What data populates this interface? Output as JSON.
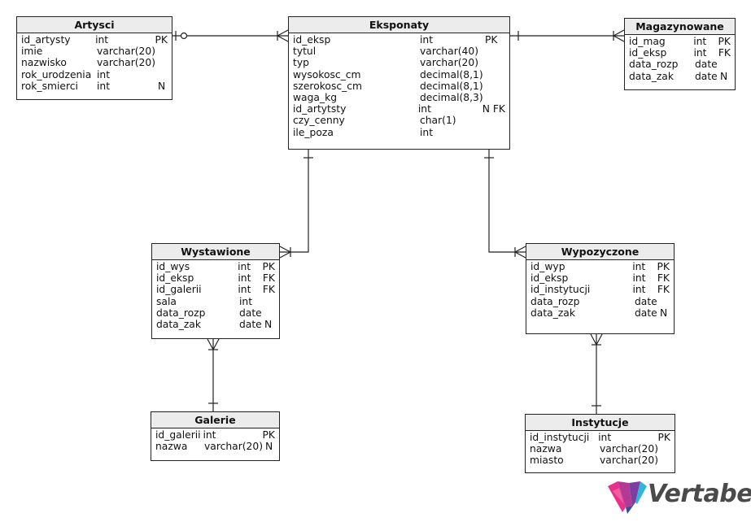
{
  "diagram": {
    "entities": [
      {
        "key": "artysci",
        "name": "Artysci",
        "rows": [
          [
            "id_artysty",
            "int",
            "PK"
          ],
          [
            "imie",
            "varchar(20)",
            ""
          ],
          [
            "nazwisko",
            "varchar(20)",
            ""
          ],
          [
            "rok_urodzenia",
            "int",
            ""
          ],
          [
            "rok_smierci",
            "int",
            "N"
          ]
        ]
      },
      {
        "key": "eksponaty",
        "name": "Eksponaty",
        "rows": [
          [
            "id_eksp",
            "int",
            "PK"
          ],
          [
            "tytul",
            "varchar(40)",
            ""
          ],
          [
            "typ",
            "varchar(20)",
            ""
          ],
          [
            "wysokosc_cm",
            "decimal(8,1)",
            ""
          ],
          [
            "szerokosc_cm",
            "decimal(8,1)",
            ""
          ],
          [
            "waga_kg",
            "decimal(8,3)",
            ""
          ],
          [
            "id_artytsty",
            "int",
            "N FK"
          ],
          [
            "czy_cenny",
            "char(1)",
            ""
          ],
          [
            "ile_poza",
            "int",
            ""
          ]
        ]
      },
      {
        "key": "magazynowane",
        "name": "Magazynowane",
        "rows": [
          [
            "id_mag",
            "int",
            "PK"
          ],
          [
            "id_eksp",
            "int",
            "FK"
          ],
          [
            "data_rozp",
            "date",
            ""
          ],
          [
            "data_zak",
            "date",
            "N"
          ]
        ]
      },
      {
        "key": "wystawione",
        "name": "Wystawione",
        "rows": [
          [
            "id_wys",
            "int",
            "PK"
          ],
          [
            "id_eksp",
            "int",
            "FK"
          ],
          [
            "id_galerii",
            "int",
            "FK"
          ],
          [
            "sala",
            "int",
            ""
          ],
          [
            "data_rozp",
            "date",
            ""
          ],
          [
            "data_zak",
            "date",
            "N"
          ]
        ]
      },
      {
        "key": "wypozyczone",
        "name": "Wypozyczone",
        "rows": [
          [
            "id_wyp",
            "int",
            "PK"
          ],
          [
            "id_eksp",
            "int",
            "FK"
          ],
          [
            "id_instytucji",
            "int",
            "FK"
          ],
          [
            "data_rozp",
            "date",
            ""
          ],
          [
            "data_zak",
            "date",
            "N"
          ]
        ]
      },
      {
        "key": "galerie",
        "name": "Galerie",
        "rows": [
          [
            "id_galerii",
            "int",
            "PK"
          ],
          [
            "nazwa",
            "varchar(20)",
            "N"
          ]
        ]
      },
      {
        "key": "instytucje",
        "name": "Instytucje",
        "rows": [
          [
            "id_instytucji",
            "int",
            "PK"
          ],
          [
            "nazwa",
            "varchar(20)",
            ""
          ],
          [
            "miasto",
            "varchar(20)",
            ""
          ]
        ]
      }
    ],
    "relationships": [
      {
        "from": "artysci",
        "to": "eksponaty",
        "from_end": "zero-or-one",
        "to_end": "many"
      },
      {
        "from": "eksponaty",
        "to": "magazynowane",
        "from_end": "one",
        "to_end": "many"
      },
      {
        "from": "eksponaty",
        "to": "wystawione",
        "from_end": "one",
        "to_end": "many"
      },
      {
        "from": "eksponaty",
        "to": "wypozyczone",
        "from_end": "one",
        "to_end": "many"
      },
      {
        "from": "galerie",
        "to": "wystawione",
        "from_end": "one",
        "to_end": "many"
      },
      {
        "from": "instytucje",
        "to": "wypozyczone",
        "from_end": "one",
        "to_end": "many"
      }
    ]
  },
  "brand": {
    "name": "Vertabelo",
    "colors": [
      "#e8318a",
      "#7b3fa0",
      "#2fb6d9",
      "#3b4c9c"
    ]
  },
  "colors": {
    "line": "#222222",
    "header_bg": "#ececec"
  }
}
